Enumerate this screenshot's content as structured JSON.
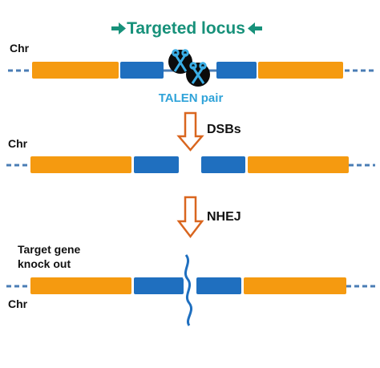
{
  "title": "Targeted locus",
  "colors": {
    "title_teal": "#17917a",
    "talen_label": "#2fa3d9",
    "orange": "#f59a10",
    "blue": "#1f6fbf",
    "dash": "#4a7db5",
    "arrow_outline": "#d9661f",
    "text": "#111111",
    "talen_body": "#0b0b0b",
    "scissors": "#3aaee6"
  },
  "labels": {
    "chr_1": "Chr",
    "chr_2": "Chr",
    "chr_3": "Chr",
    "talen_pair": "TALEN pair",
    "dsbs": "DSBs",
    "nhej": "NHEJ",
    "target_gene_line1": "Target gene",
    "target_gene_line2": "knock out"
  },
  "icons": {
    "title_arrows": [
      "right-arrow-icon",
      "left-arrow-icon"
    ],
    "talen": "scissors-icon",
    "process_arrow": "down-arrow-icon",
    "break_mark": "wavy-break-icon"
  }
}
